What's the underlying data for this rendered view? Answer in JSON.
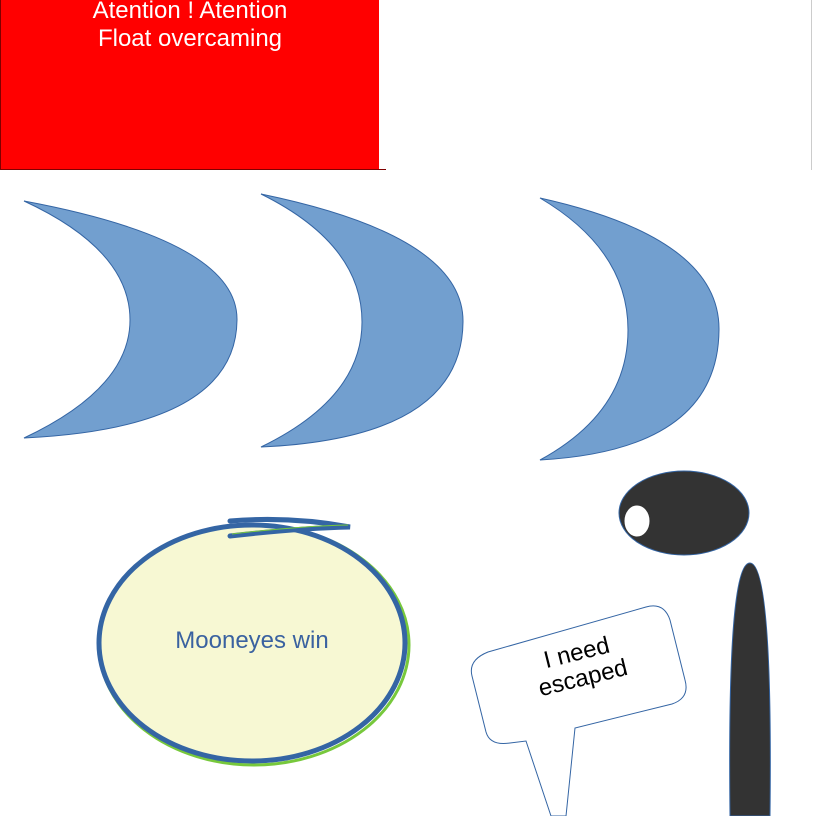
{
  "banner": {
    "line1": "Atention ! Atention",
    "line2": "Float overcaming",
    "background": "#ff0000",
    "text_color": "#ffffff"
  },
  "shapes": {
    "moon_color": "#729fcf",
    "moon_stroke": "#3465a4",
    "moon_count": 3,
    "dark_shape_color": "#333333",
    "ellipse_fill": "#f7f8d3",
    "ellipse_stroke": "#3465a4",
    "ellipse_glow": "#77c83c"
  },
  "ellipse": {
    "label": "Mooneyes win",
    "text_color": "#3a62a0"
  },
  "callout": {
    "line1": "I need",
    "line2": "escaped"
  }
}
